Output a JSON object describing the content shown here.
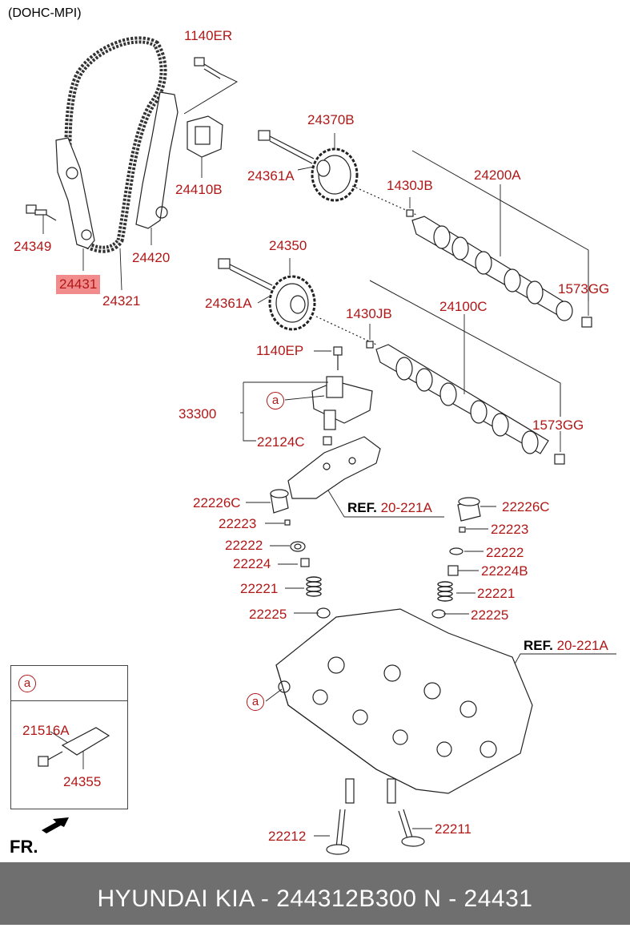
{
  "header": {
    "title": "(DOHC-MPI)"
  },
  "labels": {
    "p1140ER": "1140ER",
    "p24370B": "24370B",
    "p24410B": "24410B",
    "p24361A_top": "24361A",
    "p1430JB_top": "1430JB",
    "p24200A": "24200A",
    "p24349": "24349",
    "p24420": "24420",
    "p24431": "24431",
    "p24321": "24321",
    "p24350": "24350",
    "p1573GG_top": "1573GG",
    "p24361A_mid": "24361A",
    "p1430JB_mid": "1430JB",
    "p24100C": "24100C",
    "p1140EP": "1140EP",
    "p33300": "33300",
    "p22124C": "22124C",
    "p1573GG_mid": "1573GG",
    "p22226C_l": "22226C",
    "p22226C_r": "22226C",
    "p22223_l": "22223",
    "p22223_r": "22223",
    "p22222_l": "22222",
    "p22222_r": "22222",
    "p22224": "22224",
    "p22224B": "22224B",
    "p22221_l": "22221",
    "p22221_r": "22221",
    "p22225_l": "22225",
    "p22225_r": "22225",
    "p22212": "22212",
    "p22211": "22211",
    "p21516A": "21516A",
    "p24355": "24355",
    "circle_a": "a"
  },
  "refs": {
    "ref1_word": "REF.",
    "ref1_code": "20-221A",
    "ref2_word": "REF.",
    "ref2_code": "20-221A"
  },
  "direction": "FR.",
  "footer": {
    "text": "HYUNDAI KIA - 244312B300     N - 24431"
  },
  "colors": {
    "label": "#b01818",
    "highlight": "#f28b8b",
    "footer_bg": "#6f6f6f",
    "footer_text": "#ffffff"
  }
}
